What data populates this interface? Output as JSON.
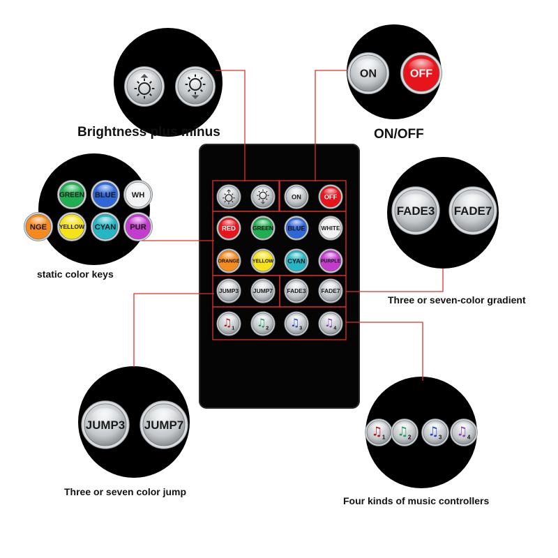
{
  "captions": {
    "brightness": "Brightness plus minus",
    "onoff": "ON/OFF",
    "static": "static color keys",
    "gradient": "Three or seven-color gradient",
    "jump": "Three or seven color jump",
    "music": "Four kinds of music controllers"
  },
  "remote": {
    "row1": [
      "brightness-up-icon",
      "brightness-down-icon",
      "ON",
      "OFF"
    ],
    "row2": [
      "RED",
      "GREEN",
      "BLUE",
      "WHITE"
    ],
    "row3": [
      "ORANGE",
      "YELLOW",
      "CYAN",
      "PURPLE"
    ],
    "row4": [
      "JUMP3",
      "JUMP7",
      "FADE3",
      "FADE7"
    ],
    "row5": [
      "1",
      "2",
      "3",
      "4"
    ]
  },
  "colors": {
    "red": "#e8141b",
    "green": "#1fae50",
    "blue": "#2f66d8",
    "white": "#f2f2f2",
    "orange": "#f58a1f",
    "yellow": "#f4e21a",
    "cyan": "#24b6c4",
    "purple": "#c43ccd",
    "line": "#e0302a",
    "remote_body": "#050505",
    "grey_button": "#bfc3c6"
  },
  "zoom": {
    "brightness": [
      "brightness-up-icon",
      "brightness-down-icon"
    ],
    "onoff": [
      "ON",
      "OFF"
    ],
    "static_top": [
      "GREEN",
      "BLUE",
      "WH"
    ],
    "static_bottom": [
      "NGE",
      "YELLOW",
      "CYAN",
      "PUR"
    ],
    "gradient": [
      "FADE3",
      "FADE7"
    ],
    "jump": [
      "JUMP3",
      "JUMP7"
    ],
    "music": [
      "1",
      "2",
      "3",
      "4"
    ]
  }
}
